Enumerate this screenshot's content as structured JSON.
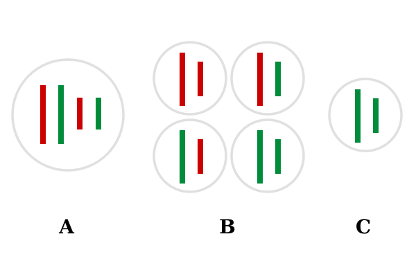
{
  "colors": {
    "circle_stroke": "#e0e0e0",
    "red": "#cc0000",
    "green": "#008c3a"
  },
  "panels": [
    {
      "label": "A",
      "cells": [
        {
          "bars": [
            {
              "color": "red",
              "size": "long"
            },
            {
              "color": "green",
              "size": "long"
            },
            {
              "color": "red",
              "size": "short"
            },
            {
              "color": "green",
              "size": "short"
            }
          ]
        }
      ]
    },
    {
      "label": "B",
      "cells": [
        {
          "bars": [
            {
              "color": "red",
              "size": "long"
            },
            {
              "color": "red",
              "size": "short"
            }
          ]
        },
        {
          "bars": [
            {
              "color": "red",
              "size": "long"
            },
            {
              "color": "green",
              "size": "short"
            }
          ]
        },
        {
          "bars": [
            {
              "color": "green",
              "size": "long"
            },
            {
              "color": "red",
              "size": "short"
            }
          ]
        },
        {
          "bars": [
            {
              "color": "green",
              "size": "long"
            },
            {
              "color": "green",
              "size": "short"
            }
          ]
        }
      ]
    },
    {
      "label": "C",
      "cells": [
        {
          "bars": [
            {
              "color": "green",
              "size": "long"
            },
            {
              "color": "green",
              "size": "short"
            }
          ]
        }
      ]
    }
  ]
}
